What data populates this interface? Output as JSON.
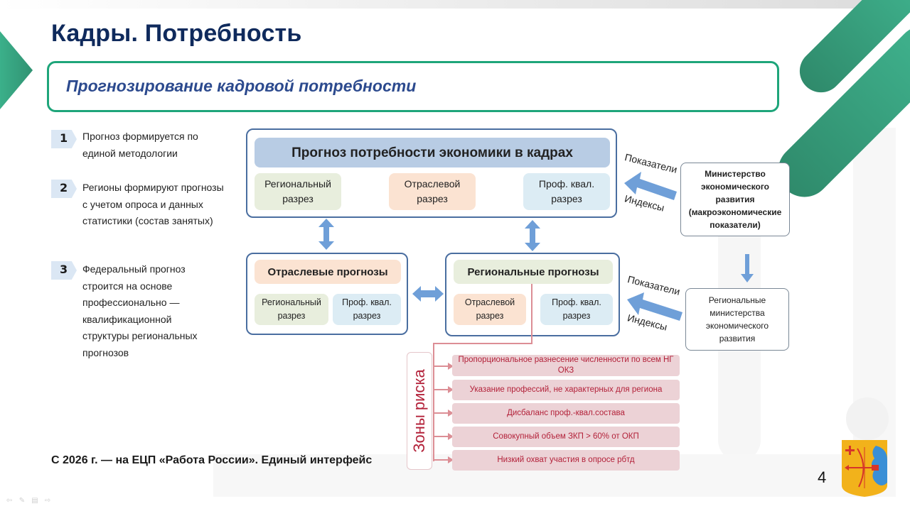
{
  "header": {
    "title": "Кадры. Потребность",
    "subtitle": "Прогнозирование кадровой потребности"
  },
  "steps": [
    {
      "num": "1",
      "text": "Прогноз формируется по единой методологии"
    },
    {
      "num": "2",
      "text": "Регионы формируют прогнозы с учетом опроса и данных статистики (состав занятых)"
    },
    {
      "num": "3",
      "text": "Федеральный прогноз строится на основе профессионально — квалификационной структуры региональных прогнозов"
    }
  ],
  "diagram": {
    "main": {
      "title": "Прогноз потребности экономики в кадрах",
      "chips": [
        "Региональный разрез",
        "Отраслевой разрез",
        "Проф. квал. разрез"
      ]
    },
    "sectoral": {
      "title": "Отраслевые прогнозы",
      "chips": [
        "Региональный разрез",
        "Проф. квал. разрез"
      ]
    },
    "regional": {
      "title": "Региональные прогнозы",
      "chips": [
        "Отраслевой разрез",
        "Проф. квал. разрез"
      ]
    },
    "ministry": "Министерство экономического развития (макроэкономические показатели)",
    "regional_ministries": "Региональные министерства экономического развития",
    "arrow_labels": {
      "top_upper": "Показатели",
      "top_lower": "Индексы",
      "bottom_upper": "Показатели",
      "bottom_lower": "Индексы"
    },
    "risk": {
      "label": "Зоны риска",
      "items": [
        "Пропорциональное разнесение численности по всем НГ ОКЗ",
        "Указание профессий, не характерных для региона",
        "Дисбаланс проф.-квал.состава",
        "Совокупный объем ЗКП > 60% от ОКП",
        "Низкий охват участия в опросе рбтд"
      ]
    }
  },
  "footer": {
    "note": "С 2026 г. — на ЕЦП «Работа России». Единый интерфейс",
    "slide_number": "4"
  },
  "colors": {
    "accent_green": "#1ea57a",
    "title_navy": "#0f2a5c",
    "frame_blue": "#4a6ea0",
    "arrow_blue": "#6f9fd8",
    "risk_red": "#b3223a"
  }
}
